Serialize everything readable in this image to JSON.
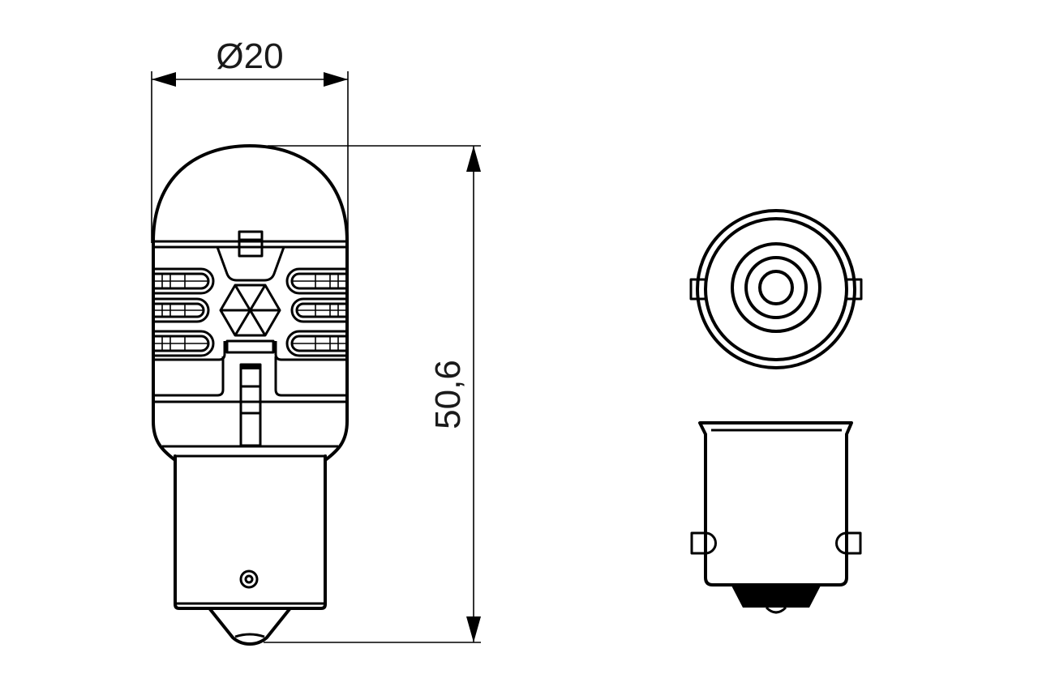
{
  "drawing": {
    "type": "technical-drawing",
    "subject": "automotive bulb with BA15s bayonet base",
    "dimensions": {
      "diameter_label": "Ø20",
      "height_label": "50,6"
    },
    "views": [
      {
        "name": "side-view",
        "description": "bulb side view with dimension lines"
      },
      {
        "name": "base-bottom-view",
        "description": "bayonet base seen from below"
      },
      {
        "name": "base-side-view",
        "description": "bayonet base side view with pins"
      }
    ],
    "colors": {
      "line": "#000000",
      "background": "#ffffff"
    }
  }
}
